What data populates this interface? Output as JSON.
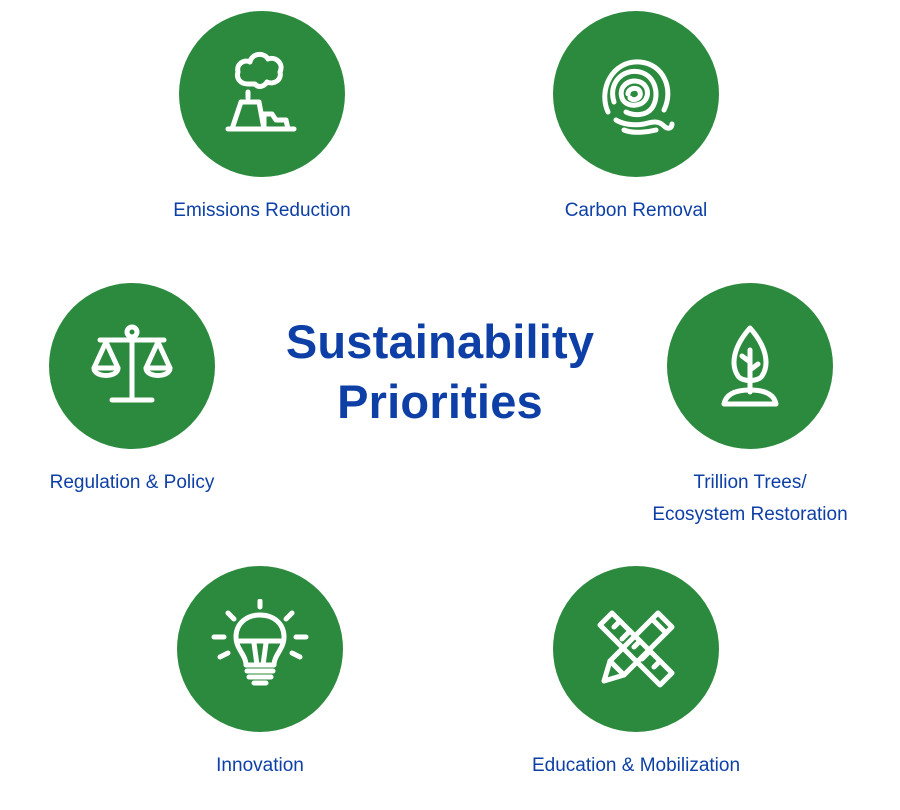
{
  "title": {
    "line1": "Sustainability",
    "line2": "Priorities"
  },
  "colors": {
    "circle": "#2c8a3e",
    "text": "#0d3fa6",
    "icon": "#ffffff"
  },
  "items": [
    {
      "label": "Emissions Reduction",
      "icon": "factory-smoke-icon"
    },
    {
      "label": "Carbon Removal",
      "icon": "fingerprint-swirl-icon"
    },
    {
      "label": "Regulation & Policy",
      "icon": "scales-icon"
    },
    {
      "label_line1": "Trillion Trees/",
      "label_line2": "Ecosystem Restoration",
      "icon": "sprout-leaf-icon"
    },
    {
      "label": "Innovation",
      "icon": "lightbulb-icon"
    },
    {
      "label": "Education & Mobilization",
      "icon": "pencil-ruler-icon"
    }
  ]
}
